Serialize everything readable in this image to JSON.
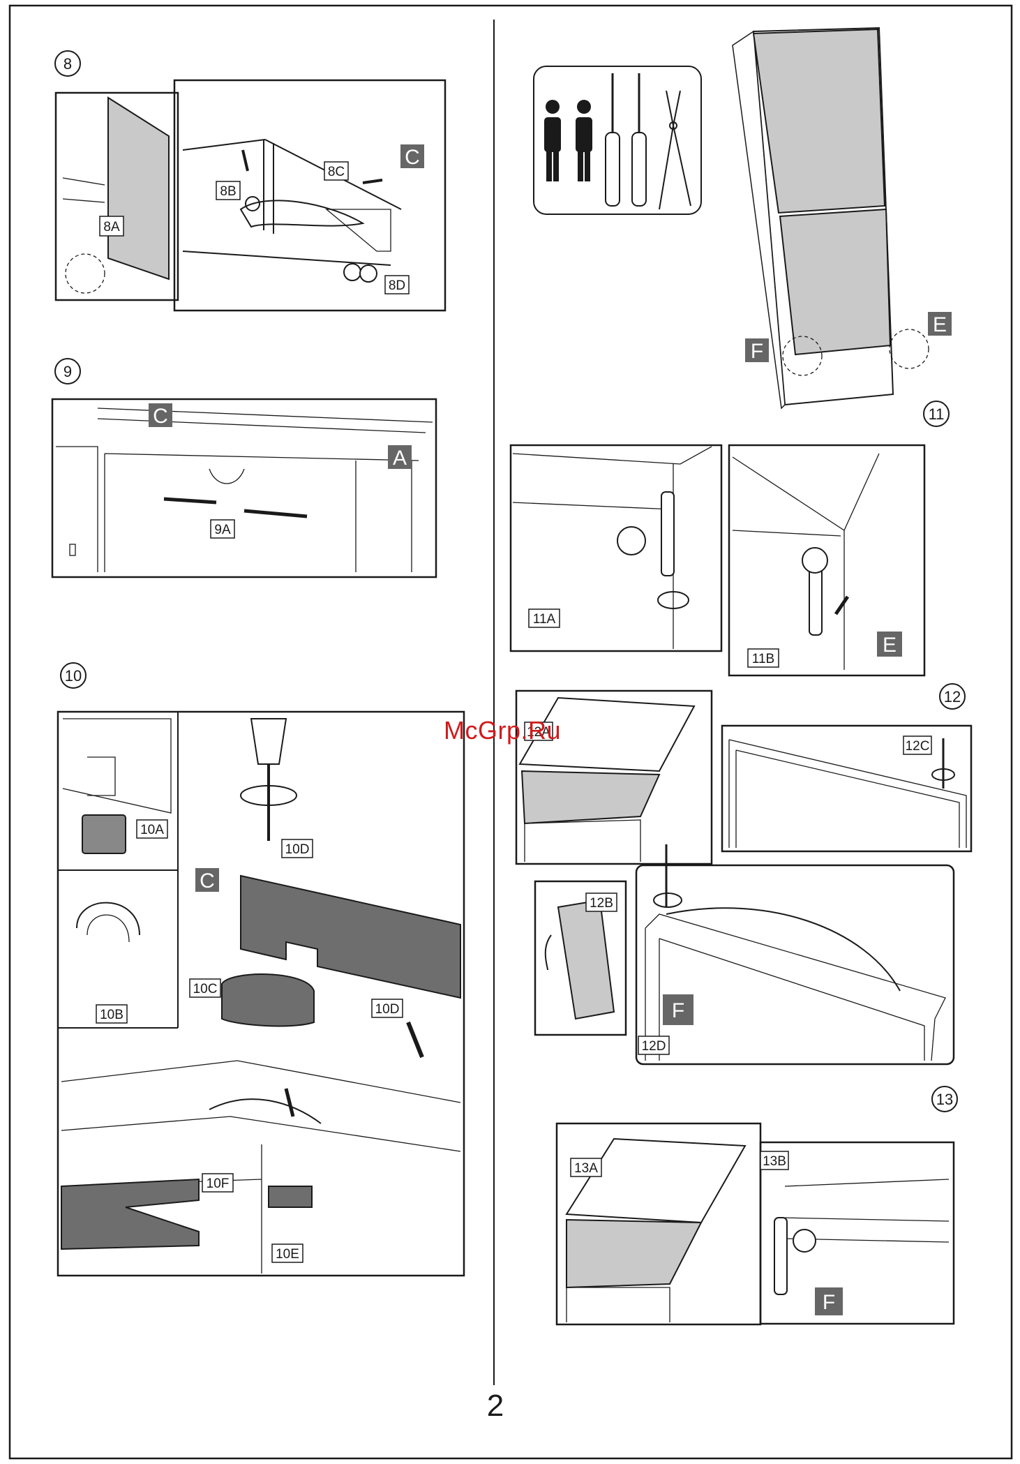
{
  "page": {
    "number": "2",
    "watermark": "McGrp.Ru"
  },
  "steps": [
    {
      "number": "8",
      "labels": [
        "8A",
        "8B",
        "8C",
        "8D"
      ],
      "markers": [
        "C"
      ]
    },
    {
      "number": "9",
      "labels": [
        "9A"
      ],
      "markers": [
        "C",
        "A"
      ]
    },
    {
      "number": "10",
      "labels": [
        "10A",
        "10B",
        "10C",
        "10D",
        "10D",
        "10E",
        "10F"
      ],
      "markers": [
        "C"
      ]
    },
    {
      "number": "11",
      "labels": [
        "11A",
        "11B"
      ],
      "markers": [
        "F",
        "E",
        "E"
      ]
    },
    {
      "number": "12",
      "labels": [
        "12A",
        "12B",
        "12C",
        "12D"
      ],
      "markers": [
        "F"
      ]
    },
    {
      "number": "13",
      "labels": [
        "13A",
        "13B"
      ],
      "markers": [
        "F"
      ]
    }
  ],
  "tools": [
    "person-icon",
    "person-icon",
    "flathead-screwdriver-icon",
    "phillips-screwdriver-icon",
    "pliers-icon"
  ],
  "colors": {
    "line": "#1a1a1a",
    "panel_fill": "#6e6e6e",
    "door_fill": "#c9c9c9",
    "marker_bg": "#666666",
    "watermark": "#d11a1a"
  }
}
